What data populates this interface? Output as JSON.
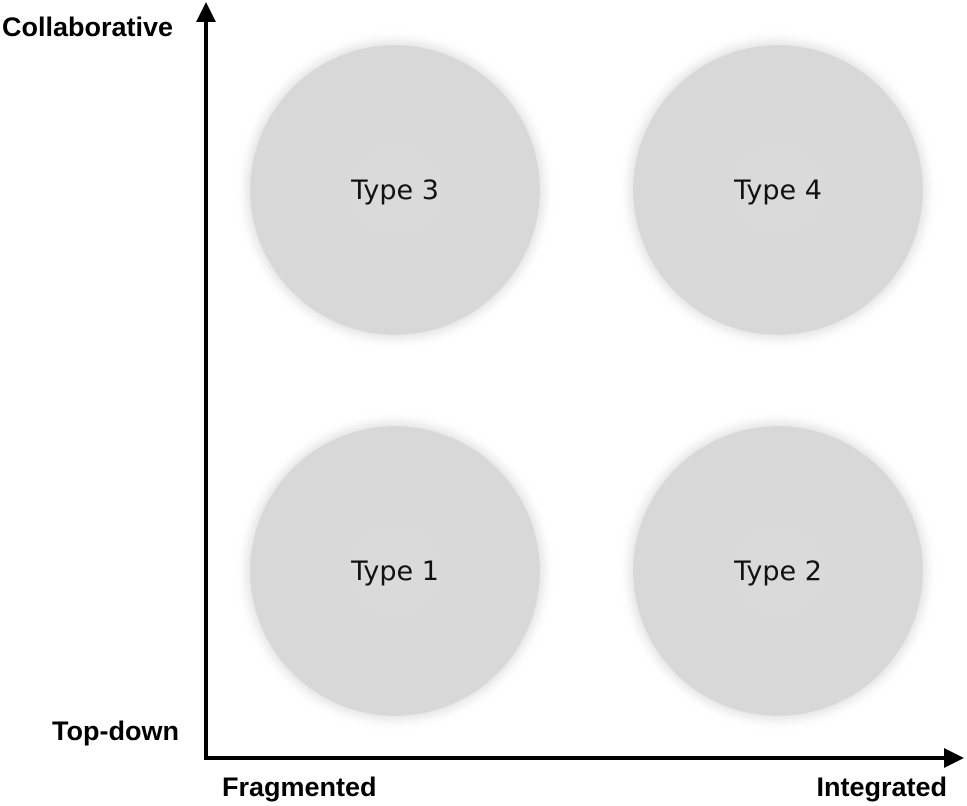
{
  "axes": {
    "y_top_label": "Collaborative",
    "y_bottom_label": "Top-down",
    "x_left_label": "Fragmented",
    "x_right_label": "Integrated"
  },
  "quadrants": {
    "top_left": "Type 3",
    "top_right": "Type 4",
    "bottom_left": "Type 1",
    "bottom_right": "Type 2"
  },
  "colors": {
    "axis": "#000000",
    "circle_fill": "#d9d9d9",
    "background": "#ffffff"
  }
}
